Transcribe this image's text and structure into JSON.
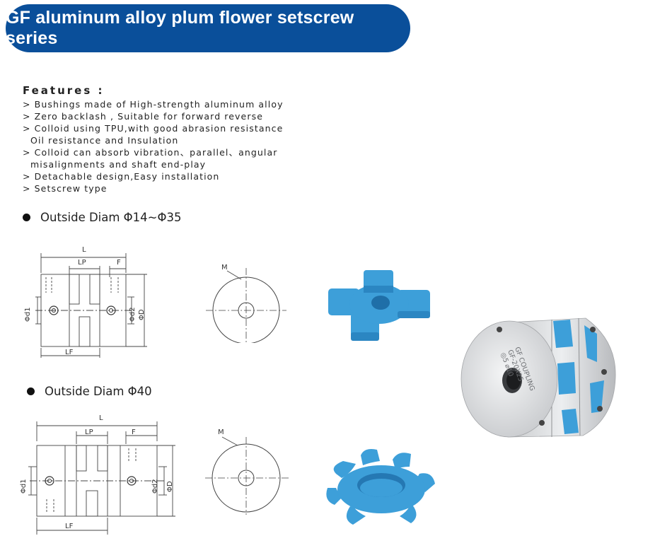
{
  "banner": {
    "title": "GF aluminum alloy plum flower setscrew series"
  },
  "features": {
    "title": "Features :",
    "lines": [
      "> Bushings made of High-strength aluminum alloy",
      "> Zero backlash , Suitable for forward reverse",
      "> Colloid using TPU,with good abrasion resistance",
      "Oil resistance and Insulation",
      "> Colloid can absorb vibration、parallel、angular",
      "misalignments and shaft end-play",
      "> Detachable design,Easy installation",
      "> Setscrew type"
    ]
  },
  "sections": [
    {
      "title": "Outside Diam Φ14~Φ35"
    },
    {
      "title": "Outside Diam Φ40"
    }
  ],
  "dims": {
    "L": "L",
    "LP": "LP",
    "F": "F",
    "LF": "LF",
    "d1": "Φd1",
    "d2": "Φd2",
    "D": "ΦD",
    "M": "M"
  },
  "product": {
    "engraving_line1": "GF COUPLING",
    "engraving_line2": "GF-20X25",
    "engraving_line3": "◎5  ⌀10"
  },
  "colors": {
    "banner": "#0a4f9a",
    "spider": "#3d9fd9",
    "hub": "#d8dadc"
  }
}
